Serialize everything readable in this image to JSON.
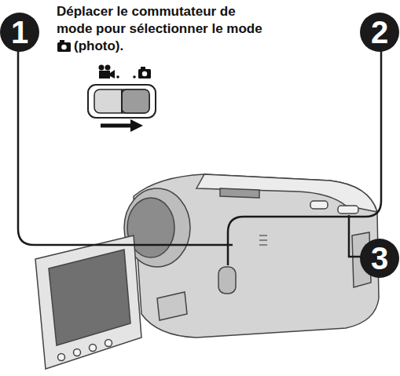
{
  "diagram": {
    "nodes": [
      {
        "text": [
          "1"
        ]
      },
      {
        "text": [
          "2"
        ]
      },
      {
        "text": [
          "3"
        ]
      }
    ],
    "labels": [
      "Déplacer le commutateur de mode pour sélectionner le mode",
      "(photo)."
    ]
  }
}
